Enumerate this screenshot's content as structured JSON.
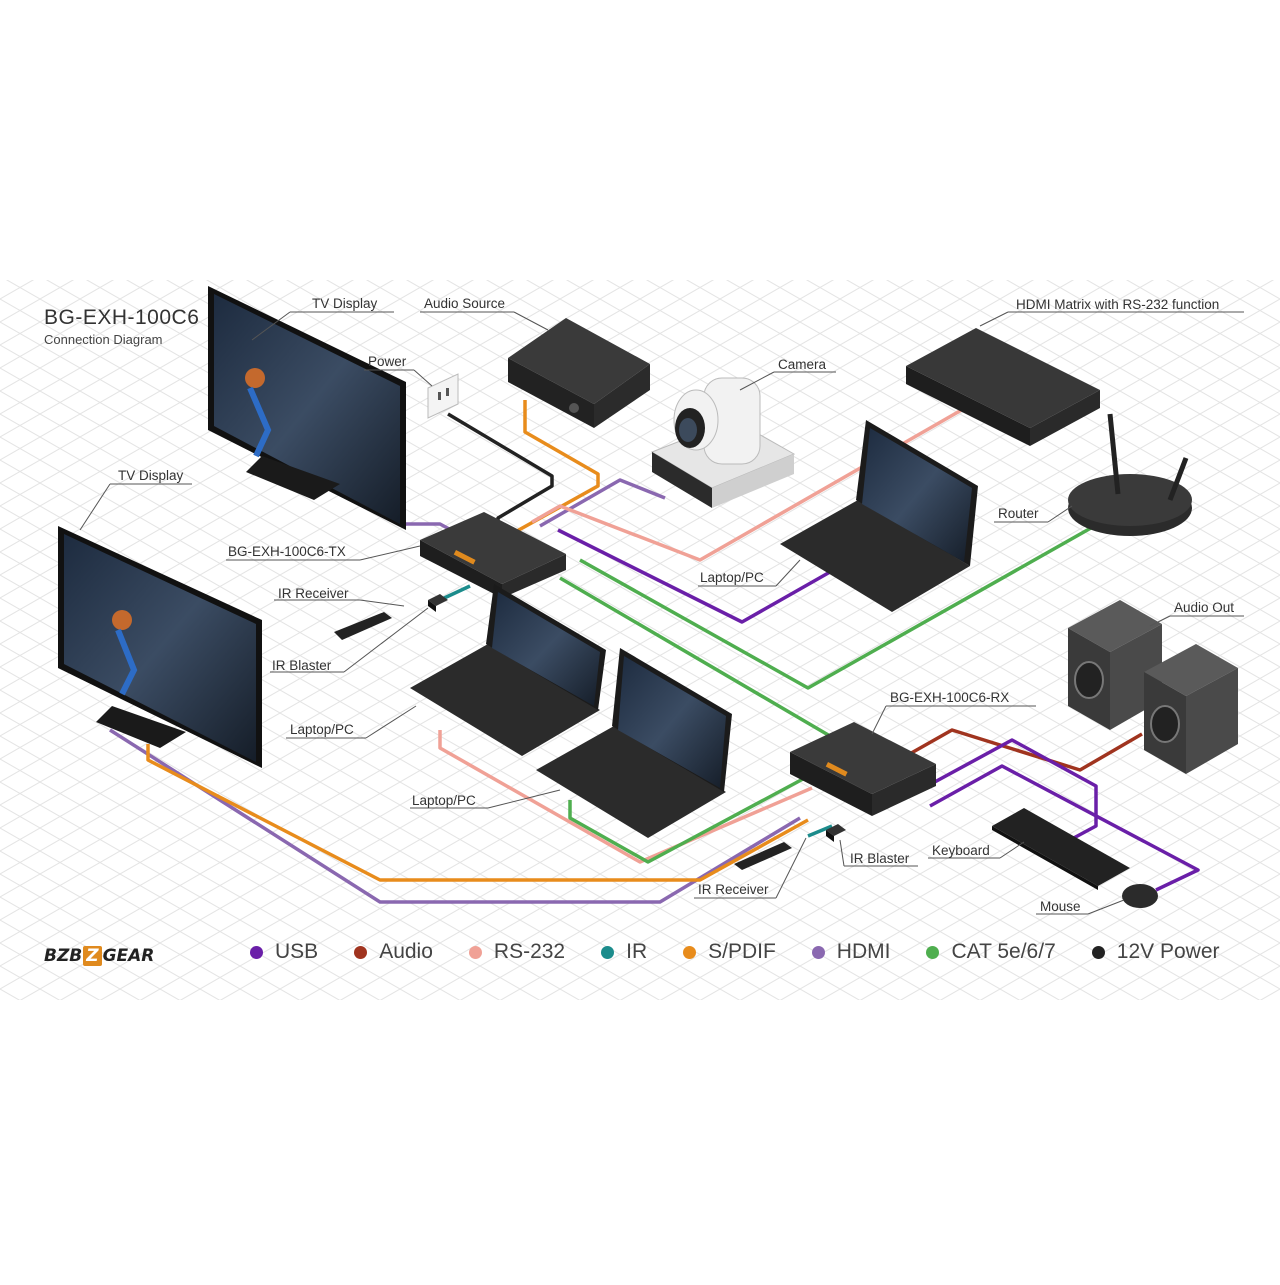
{
  "header": {
    "title": "BG-EXH-100C6",
    "subtitle": "Connection Diagram"
  },
  "brand": {
    "prefix": "BZB",
    "mark": "Z",
    "suffix": "GEAR"
  },
  "labels": {
    "tv_display_top": "TV Display",
    "audio_source": "Audio Source",
    "hdmi_matrix": "HDMI Matrix with RS-232 function",
    "power": "Power",
    "camera": "Camera",
    "tv_display_left": "TV Display",
    "router": "Router",
    "tx": "BG-EXH-100C6-TX",
    "laptop_tx": "Laptop/PC",
    "ir_receiver_tx": "IR Receiver",
    "ir_blaster_tx": "IR Blaster",
    "audio_out": "Audio Out",
    "laptop_left": "Laptop/PC",
    "rx": "BG-EXH-100C6-RX",
    "laptop_bottom": "Laptop/PC",
    "ir_blaster_rx": "IR Blaster",
    "keyboard": "Keyboard",
    "ir_receiver_rx": "IR Receiver",
    "mouse": "Mouse"
  },
  "legend": [
    {
      "label": "USB",
      "color": "#6a1fa8"
    },
    {
      "label": "Audio",
      "color": "#a0341f"
    },
    {
      "label": "RS-232",
      "color": "#f0a196"
    },
    {
      "label": "IR",
      "color": "#1c8c8c"
    },
    {
      "label": "S/PDIF",
      "color": "#e88c1c"
    },
    {
      "label": "HDMI",
      "color": "#8a68b0"
    },
    {
      "label": "CAT 5e/6/7",
      "color": "#4fae4f"
    },
    {
      "label": "12V Power",
      "color": "#222222"
    }
  ],
  "colors": {
    "device": "#2b2b2b",
    "device_top": "#3a3a3a",
    "grid": "#e3e3e3",
    "screen": "#25344a",
    "speaker": "#4a4a4a",
    "camera": "#e8e8e8"
  }
}
